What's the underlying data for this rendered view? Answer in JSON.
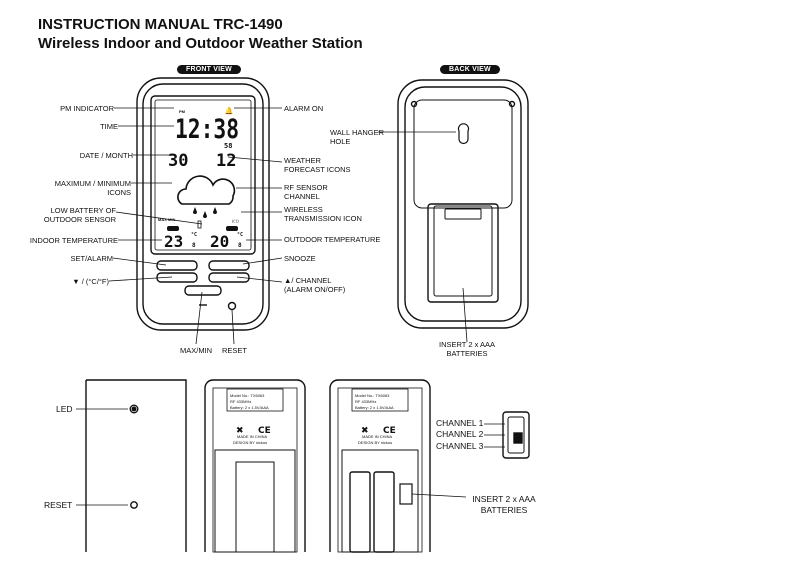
{
  "title": {
    "line1": "INSTRUCTION MANUAL TRC-1490",
    "line2": "Wireless Indoor and Outdoor Weather Station"
  },
  "views": {
    "front": "FRONT VIEW",
    "back": "BACK VIEW"
  },
  "front_labels_left": {
    "pm_indicator": "PM INDICATOR",
    "time": "TIME",
    "date_month": "DATE / MONTH",
    "max_min_icons": "MAXIMUM / MINIMUM\nICONS",
    "low_battery": "LOW BATTERY OF\nOUTDOOR SENSOR",
    "indoor_temp": "INDOOR TEMPERATURE",
    "set_alarm": "SET/ALARM",
    "unit_button": "▼ / (°C/°F)"
  },
  "front_labels_right": {
    "alarm_on": "ALARM ON",
    "weather_icons": "WEATHER\nFORECAST ICONS",
    "rf_channel": "RF SENSOR\nCHANNEL",
    "wireless_icon": "WIRELESS\nTRANSMISSION ICON",
    "outdoor_temp": "OUTDOOR TEMPERATURE",
    "snooze": "SNOOZE",
    "channel_button": "▲/ CHANNEL\n(ALARM ON/OFF)"
  },
  "front_labels_bottom": {
    "max_min": "MAX/MIN",
    "reset": "RESET"
  },
  "lcd": {
    "pm": "PM",
    "time": "12:38",
    "seconds": "58",
    "day": "30",
    "month": "12",
    "max_min": "MAX MIN",
    "indoor": "23",
    "indoor_dec": "8",
    "outdoor": "20",
    "outdoor_dec": "8",
    "unit": "°C"
  },
  "back_labels": {
    "wall_hanger": "WALL HANGER\nHOLE",
    "batteries": "INSERT 2 x AAA\nBATTERIES"
  },
  "sensor_labels": {
    "led": "LED",
    "reset": "RESET",
    "channel1": "CHANNEL 1",
    "channel2": "CHANNEL 2",
    "channel3": "CHANNEL 3",
    "batteries": "INSERT 2 x AAA\nBATTERIES"
  },
  "sensor_plate": {
    "model": "Model No.: TX6063",
    "rf": "RF 433MHz",
    "battery": "Battery: 2 x 1.5V/AAA",
    "made_in": "MADE IN CHINA",
    "design": "DESIGN BY nickus"
  }
}
